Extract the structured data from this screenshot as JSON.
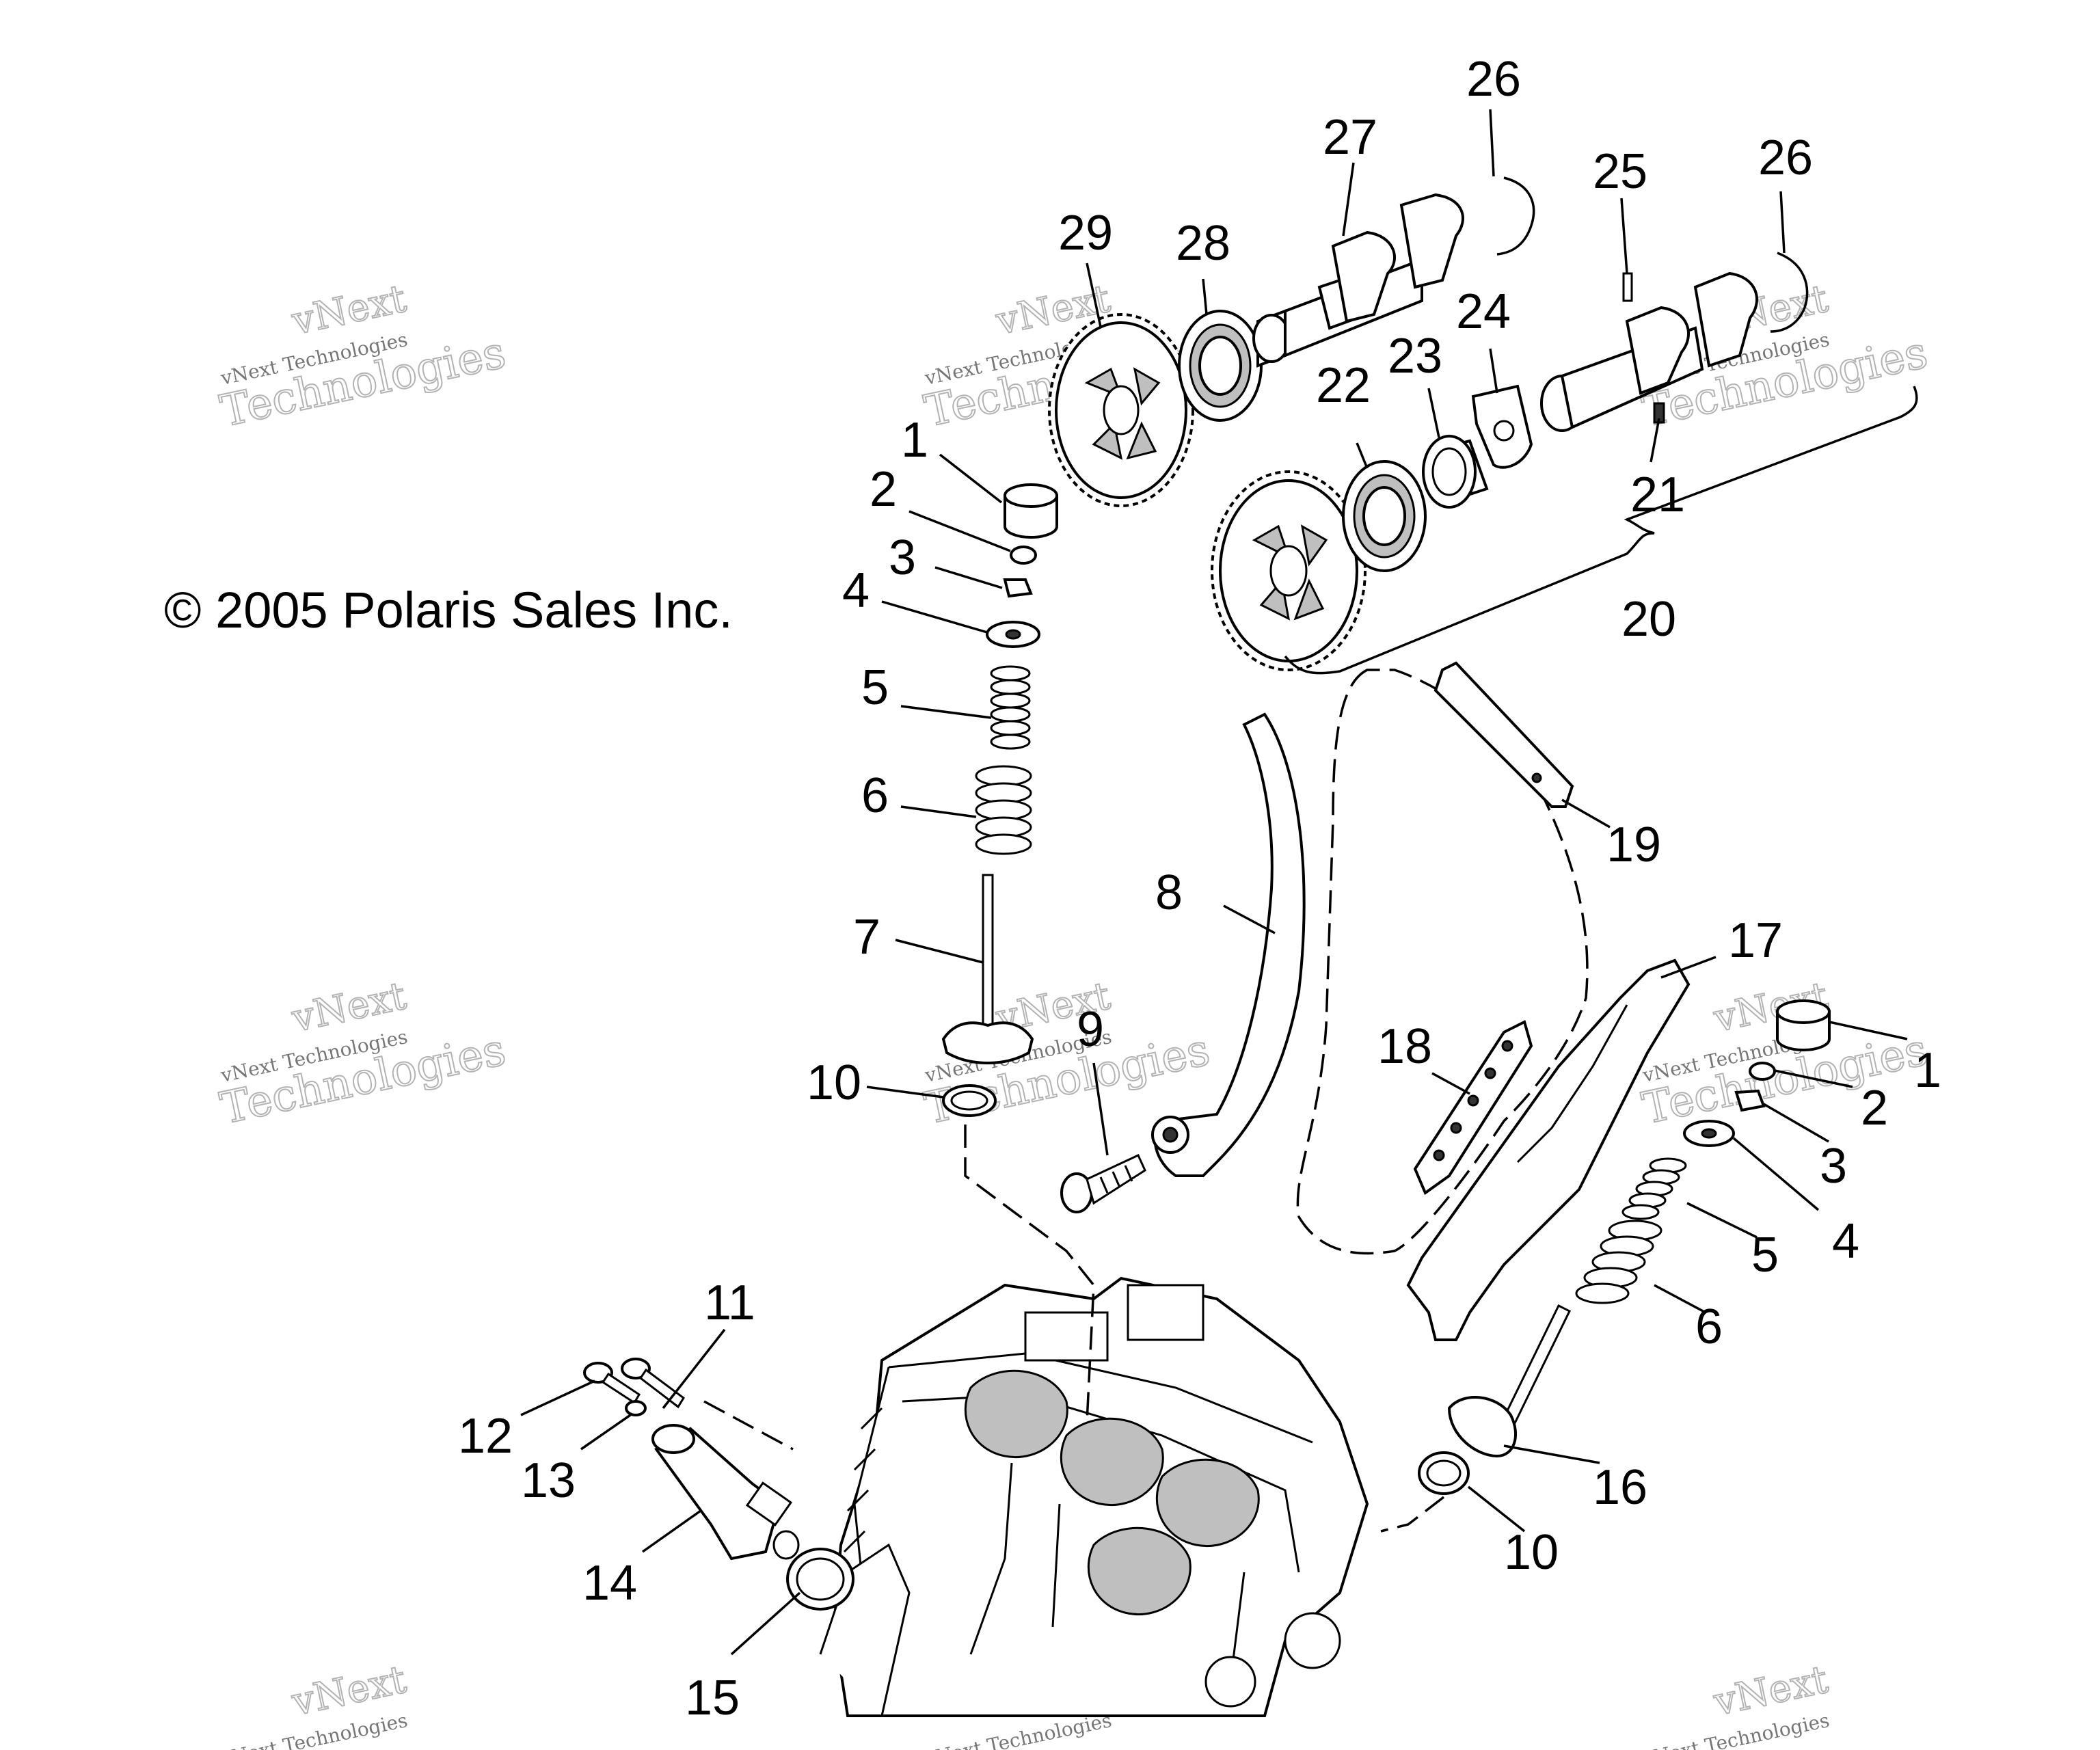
{
  "diagram": {
    "copyright": "© 2005 Polaris Sales Inc.",
    "watermark": {
      "line1": "vNext",
      "line2": "vNext Technologies",
      "line3": "Technologies"
    },
    "callouts": {
      "c1a": "1",
      "c2a": "2",
      "c3a": "3",
      "c4a": "4",
      "c5a": "5",
      "c6a": "6",
      "c7": "7",
      "c8": "8",
      "c9": "9",
      "c10a": "10",
      "c11": "11",
      "c12": "12",
      "c13": "13",
      "c14": "14",
      "c15": "15",
      "c16": "16",
      "c10b": "10",
      "c1b": "1",
      "c2b": "2",
      "c3b": "3",
      "c4b": "4",
      "c5b": "5",
      "c6b": "6",
      "c17": "17",
      "c18": "18",
      "c19": "19",
      "c20": "20",
      "c21": "21",
      "c22": "22",
      "c23": "23",
      "c24": "24",
      "c25": "25",
      "c26a": "26",
      "c26b": "26",
      "c27": "27",
      "c28": "28",
      "c29": "29"
    }
  }
}
